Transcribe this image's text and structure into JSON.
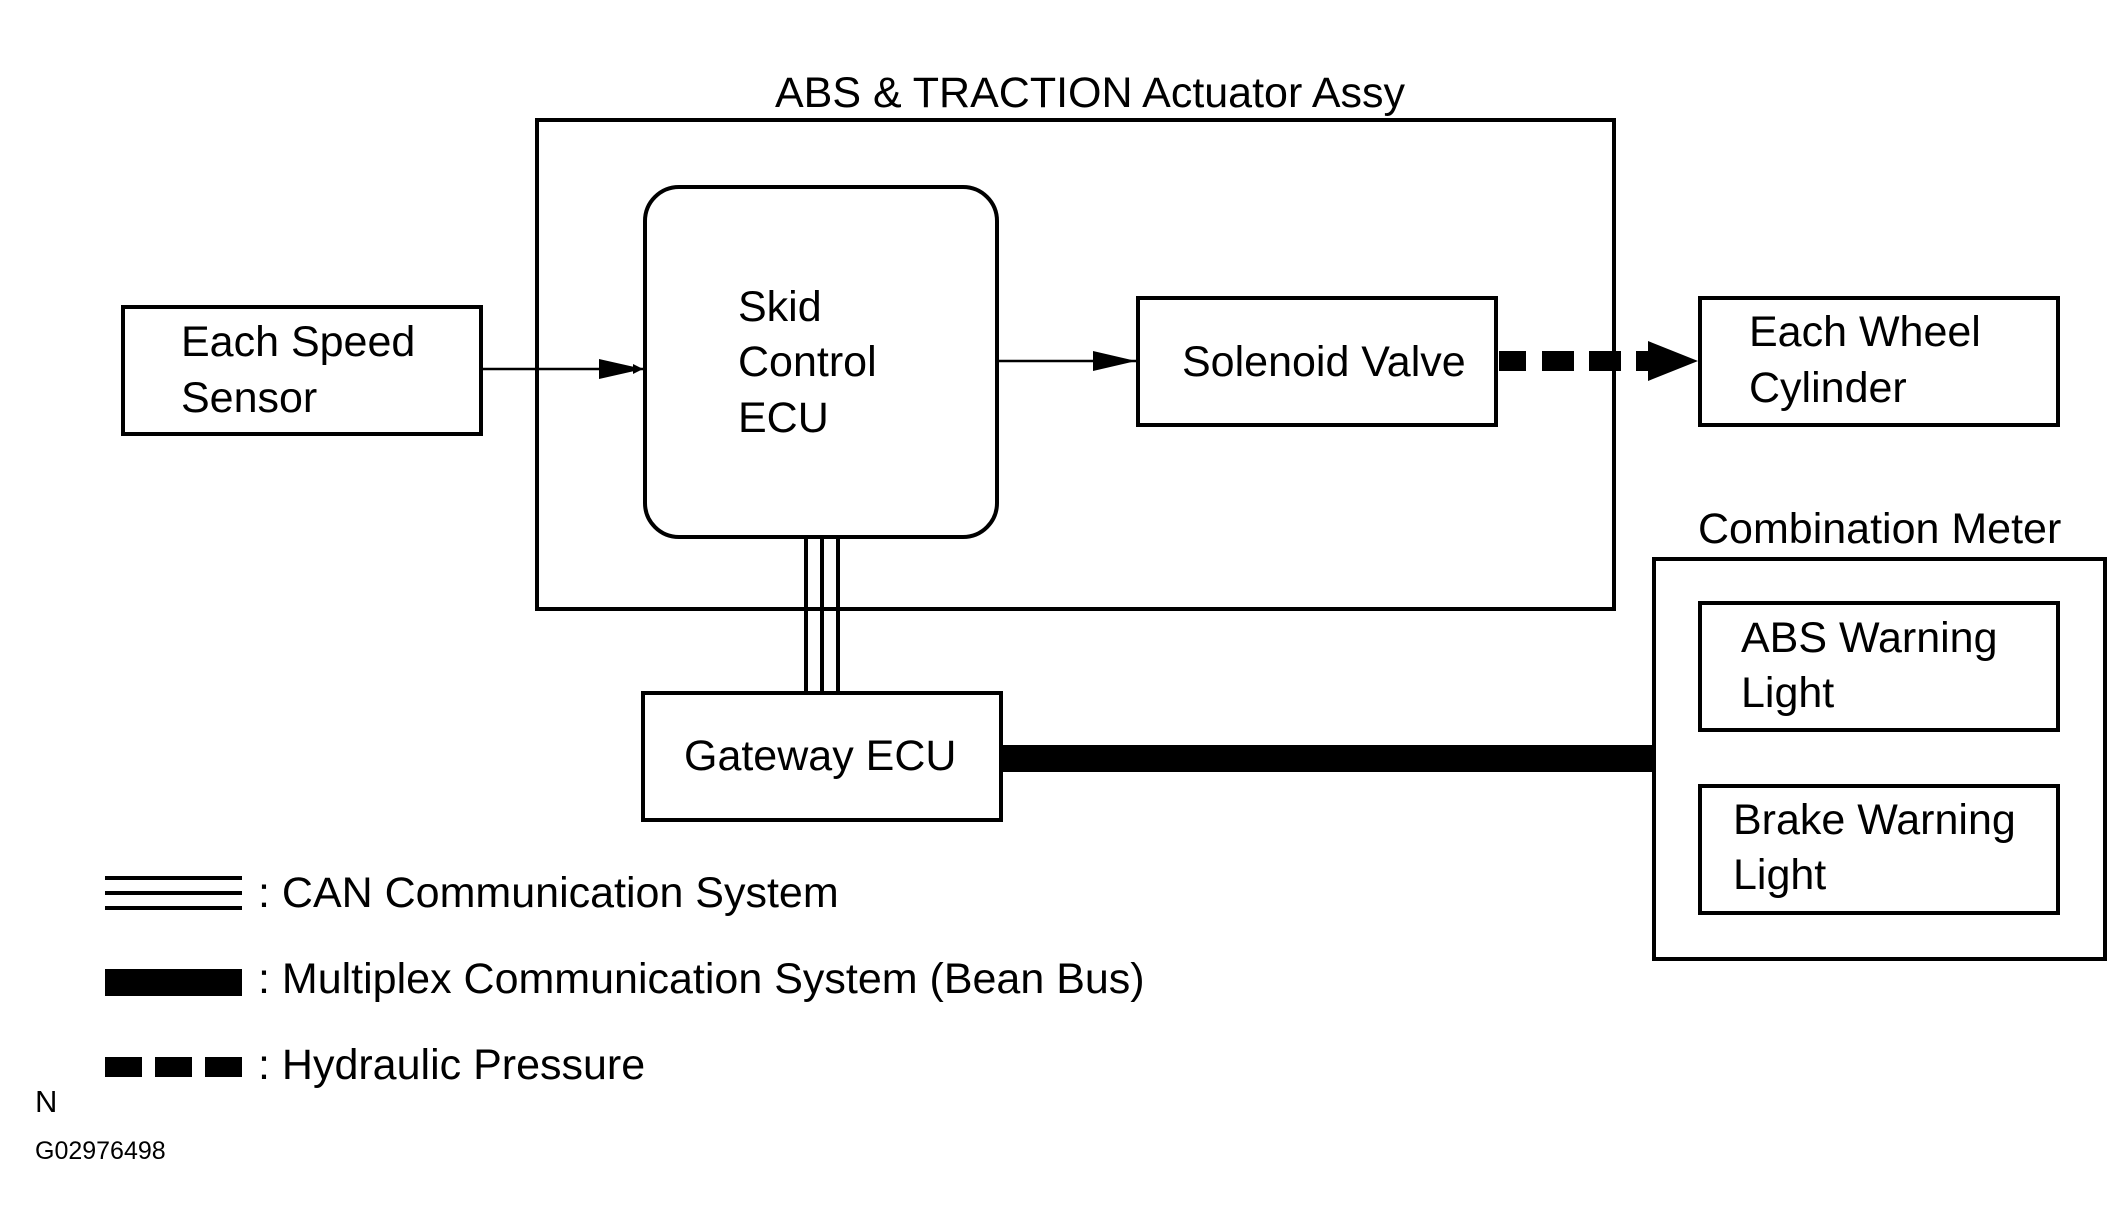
{
  "title": "ABS & TRACTION Actuator Assy",
  "nodes": {
    "each_speed_sensor": [
      "Each Speed",
      "Sensor"
    ],
    "skid_control_ecu": [
      "Skid",
      "Control",
      "ECU"
    ],
    "solenoid_valve": "Solenoid Valve",
    "each_wheel_cylinder": [
      "Each Wheel",
      "Cylinder"
    ],
    "gateway_ecu": "Gateway ECU",
    "combination_meter": "Combination Meter",
    "abs_warning_light": [
      "ABS Warning",
      "Light"
    ],
    "brake_warning_light": [
      "Brake Warning",
      "Light"
    ]
  },
  "legend": {
    "can": ": CAN Communication System",
    "multiplex": ": Multiplex Communication System (Bean Bus)",
    "hydraulic": ": Hydraulic Pressure"
  },
  "footer": {
    "n": "N",
    "code": "G02976498"
  }
}
